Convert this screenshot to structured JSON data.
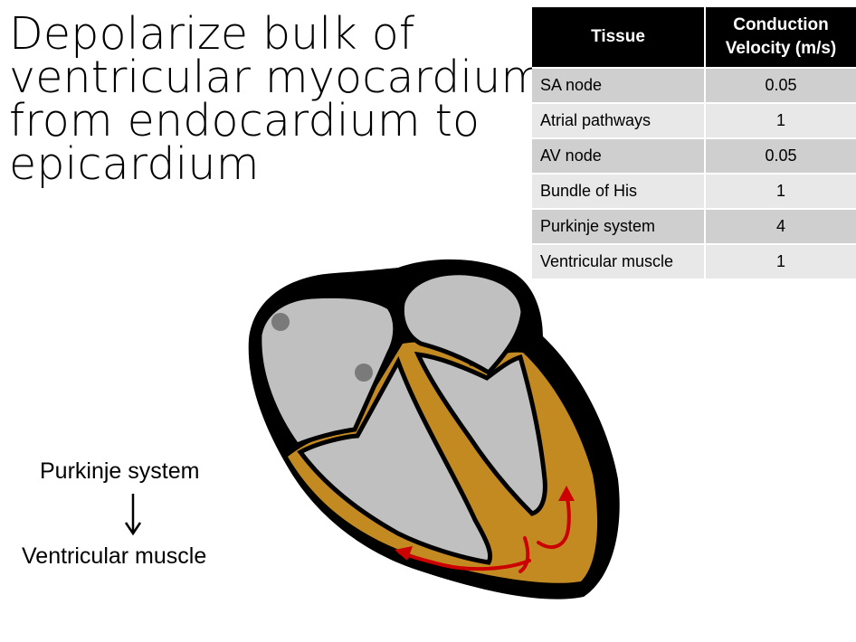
{
  "title_lines": [
    "Depolarize bulk of",
    "ventricular myocardium,",
    "from endocardium to",
    "epicardium"
  ],
  "table": {
    "headers": [
      "Tissue",
      "Conduction Velocity (m/s)"
    ],
    "rows": [
      {
        "tissue": "SA node",
        "velocity": "0.05"
      },
      {
        "tissue": "Atrial pathways",
        "velocity": "1"
      },
      {
        "tissue": "AV node",
        "velocity": "0.05"
      },
      {
        "tissue": "Bundle of His",
        "velocity": "1"
      },
      {
        "tissue": "Purkinje system",
        "velocity": "4"
      },
      {
        "tissue": "Ventricular muscle",
        "velocity": "1"
      }
    ]
  },
  "flow": {
    "from": "Purkinje system",
    "to": "Ventricular muscle"
  },
  "colors": {
    "outline": "#000000",
    "chamber": "#c0c0c0",
    "myocardium": "#c48a22",
    "node": "#7a7a7a",
    "conduction_arrow": "#cc0000"
  }
}
